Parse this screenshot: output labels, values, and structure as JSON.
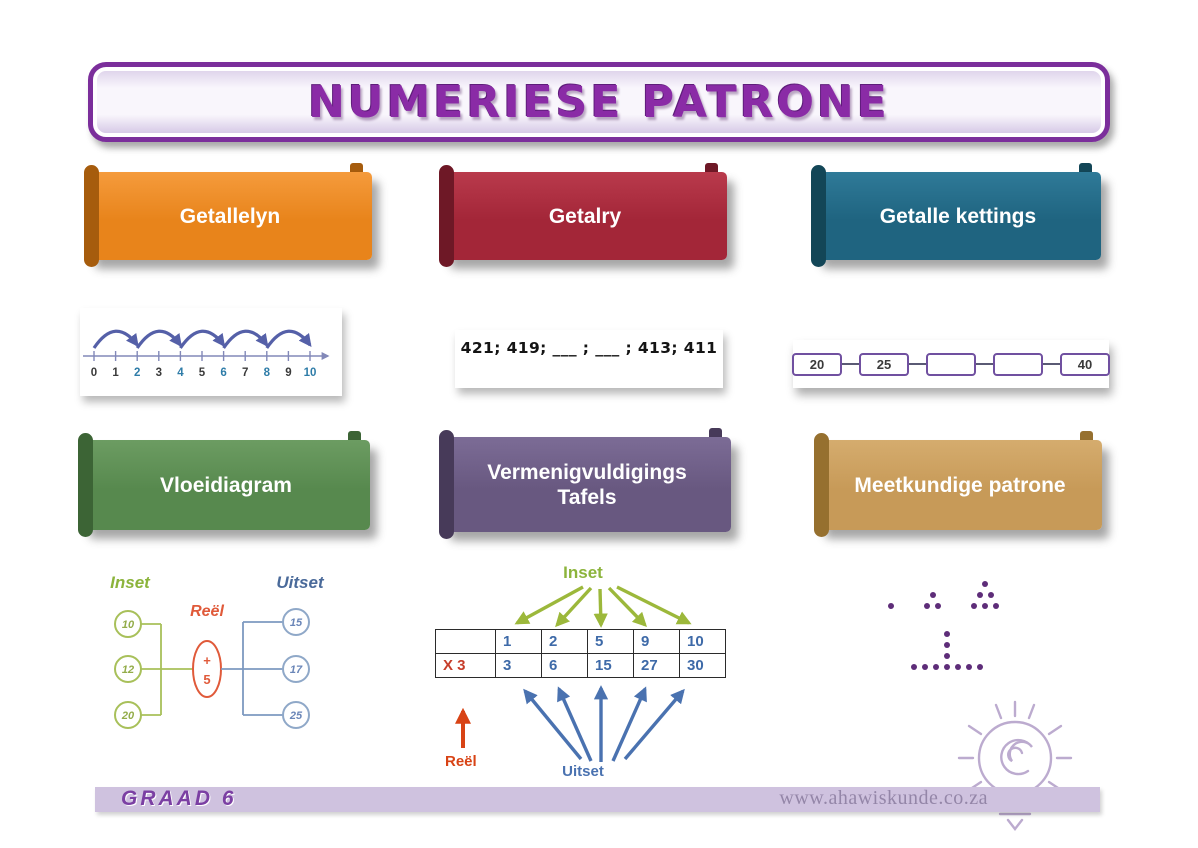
{
  "title": "NUMERIESE PATRONE",
  "ribbons": [
    {
      "label": "Getallelyn",
      "color": "#E8841B"
    },
    {
      "label": "Getalry",
      "color": "#A32638"
    },
    {
      "label": "Getalle kettings",
      "color": "#1F6480"
    },
    {
      "label": "Vloeidiagram",
      "color": "#57894E"
    },
    {
      "label": "Vermenigvuldigings Tafels",
      "color": "#685880"
    },
    {
      "label": "Meetkundige patrone",
      "color": "#C79A58"
    }
  ],
  "numberline": {
    "min": 0,
    "max": 10,
    "labels": [
      "0",
      "1",
      "2",
      "3",
      "4",
      "5",
      "6",
      "7",
      "8",
      "9",
      "10"
    ],
    "highlighted": [
      2,
      4,
      6,
      8,
      10
    ],
    "jumps": [
      [
        0,
        2
      ],
      [
        2,
        4
      ],
      [
        4,
        6
      ],
      [
        6,
        8
      ],
      [
        8,
        10
      ]
    ],
    "highlight_color": "#2E7CA8",
    "arc_color": "#5560A8",
    "axis_color": "#8288B8"
  },
  "sequence": {
    "text": "421; 419; ___ ; ___ ; 413; 411"
  },
  "chain": {
    "values": [
      "20",
      "25",
      "",
      "",
      "40"
    ],
    "box_border_color": "#7050A0"
  },
  "flow": {
    "inset_label": "Inset",
    "reel_label": "Reël",
    "uitset_label": "Uitset",
    "inputs": [
      "10",
      "12",
      "20"
    ],
    "rule_operator": "+",
    "rule_number": "5",
    "outputs": [
      "15",
      "17",
      "25"
    ],
    "inset_color": "#8CB43C",
    "reel_color": "#E05A3A",
    "uitset_color": "#4A6A9A"
  },
  "multiplication": {
    "inset_label": "Inset",
    "reel_label": "Reël",
    "uitset_label": "Uitset",
    "rule": "X 3",
    "inputs": [
      "1",
      "2",
      "5",
      "9",
      "10"
    ],
    "outputs": [
      "3",
      "6",
      "15",
      "27",
      "30"
    ],
    "input_color": "#3E6AA8",
    "rule_color": "#C63D2A"
  },
  "meetkundige": {
    "dot_color": "#5E2D79",
    "groups": [
      {
        "rows": [
          1
        ]
      },
      {
        "rows": [
          1,
          2
        ]
      },
      {
        "rows": [
          1,
          2,
          3
        ]
      }
    ],
    "bottom_shape": {
      "column_dots": 3,
      "row_dots": 7
    }
  },
  "footer": {
    "grade": "GRAAD 6",
    "website": "www.ahawiskunde.co.za"
  }
}
